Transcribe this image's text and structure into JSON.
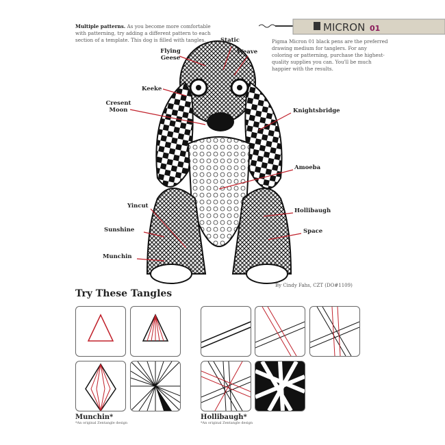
{
  "intro": {
    "bold": "Multiple patterns.",
    "text": " As you become more comfortable with patterning, try adding a different pattern to each section of a template. This dog is filled with tangles."
  },
  "pen": {
    "brand": "MICRON",
    "size": "01"
  },
  "side_note": "Pigma Micron 01 black pens are the preferred drawing medium for tanglers. For any coloring or patterning, purchase the highest-quality supplies you can. You'll be much happier with the results.",
  "labels": [
    "Flying Geese",
    "Static",
    "Weave",
    "Keeke",
    "Cresent Moon",
    "Knightsbridge",
    "Amoeba",
    "Yincut",
    "Hollibaugh",
    "Sunshine",
    "Space",
    "Munchin"
  ],
  "credit": "By Cindy Fahs, CZT (DO#1109)",
  "section_title": "Try These Tangles",
  "tangles": [
    {
      "name": "Munchin*",
      "note": "*An original Zentangle design"
    },
    {
      "name": "Hollibaugh*",
      "note": "*An original Zentangle design"
    }
  ],
  "colors": {
    "accent": "#c0202a",
    "ink": "#111111"
  }
}
